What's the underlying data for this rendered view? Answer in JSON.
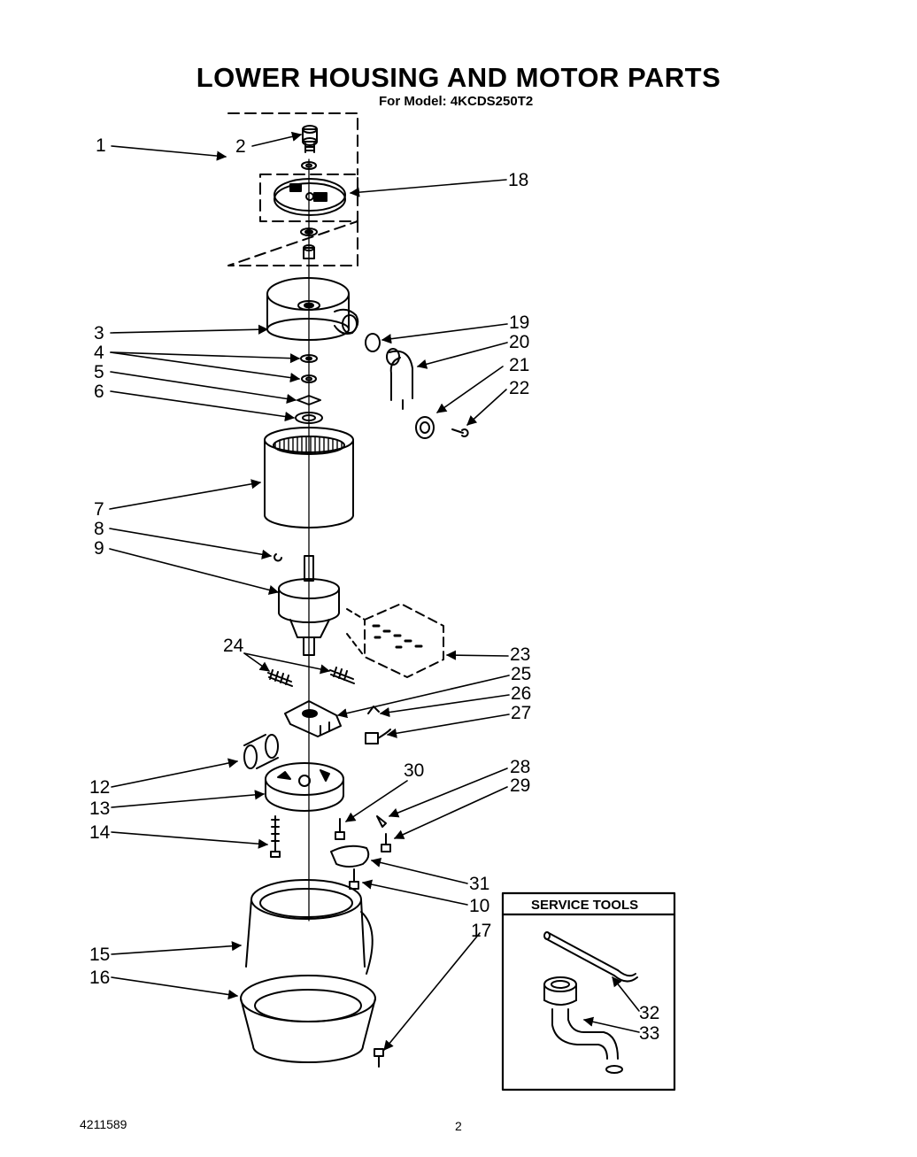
{
  "header": {
    "title": "LOWER HOUSING AND MOTOR PARTS",
    "model_line": "For Model: 4KCDS250T2"
  },
  "service_tools": {
    "title": "SERVICE TOOLS"
  },
  "callouts": {
    "c1": "1",
    "c2": "2",
    "c3": "3",
    "c4": "4",
    "c5": "5",
    "c6": "6",
    "c7": "7",
    "c8": "8",
    "c9": "9",
    "c10": "10",
    "c12": "12",
    "c13": "13",
    "c14": "14",
    "c15": "15",
    "c16": "16",
    "c17": "17",
    "c18": "18",
    "c19": "19",
    "c20": "20",
    "c21": "21",
    "c22": "22",
    "c23": "23",
    "c24": "24",
    "c25": "25",
    "c26": "26",
    "c27": "27",
    "c28": "28",
    "c29": "29",
    "c30": "30",
    "c31": "31",
    "c32": "32",
    "c33": "33"
  },
  "footer": {
    "doc_number": "4211589",
    "page_number": "2"
  }
}
